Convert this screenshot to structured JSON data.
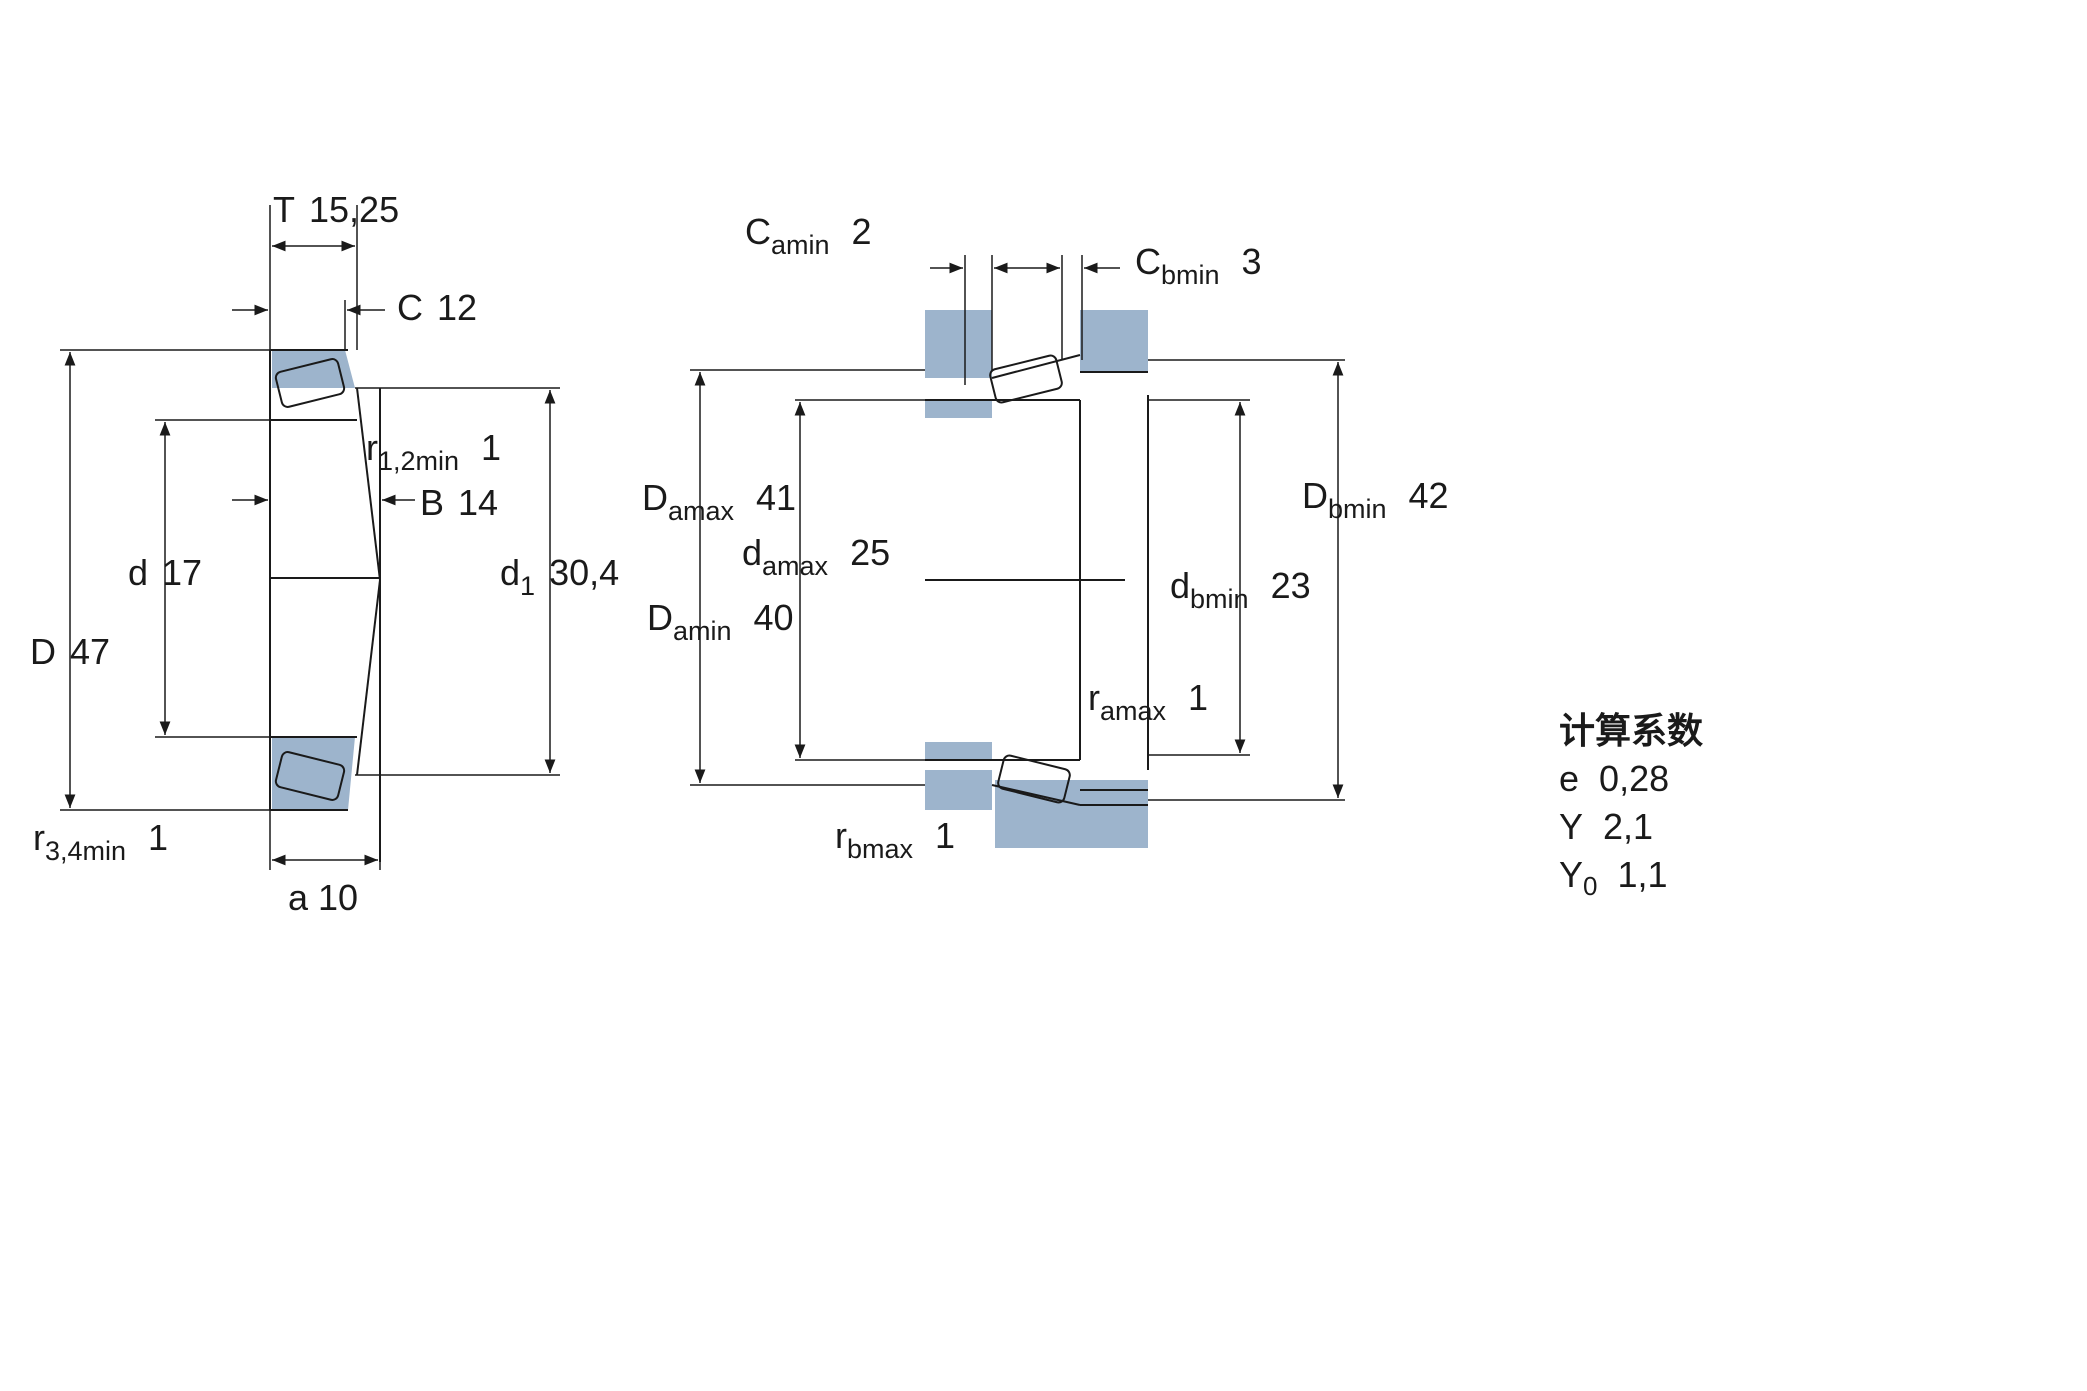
{
  "left_view": {
    "T": {
      "label": "T",
      "value": "15,25"
    },
    "C": {
      "label": "C",
      "value": "12"
    },
    "r12": {
      "label": "r",
      "sub": "1,2min",
      "value": "1"
    },
    "B": {
      "label": "B",
      "value": "14"
    },
    "d": {
      "label": "d",
      "value": "17"
    },
    "d1": {
      "label": "d",
      "sub": "1",
      "value": "30,4"
    },
    "D": {
      "label": "D",
      "value": "47"
    },
    "r34": {
      "label": "r",
      "sub": "3,4min",
      "value": "1"
    },
    "a": {
      "label": "a",
      "value": "10"
    }
  },
  "right_view": {
    "Camin": {
      "label": "C",
      "sub": "amin",
      "value": "2"
    },
    "Cbmin": {
      "label": "C",
      "sub": "bmin",
      "value": "3"
    },
    "Damax": {
      "label": "D",
      "sub": "amax",
      "value": "41"
    },
    "damax": {
      "label": "d",
      "sub": "amax",
      "value": "25"
    },
    "Damin": {
      "label": "D",
      "sub": "amin",
      "value": "40"
    },
    "Dbmin": {
      "label": "D",
      "sub": "bmin",
      "value": "42"
    },
    "dbmin": {
      "label": "d",
      "sub": "bmin",
      "value": "23"
    },
    "ramax": {
      "label": "r",
      "sub": "amax",
      "value": "1"
    },
    "rbmax": {
      "label": "r",
      "sub": "bmax",
      "value": "1"
    }
  },
  "calc_factors": {
    "title": "计算系数",
    "e": {
      "label": "e",
      "value": "0,28"
    },
    "Y": {
      "label": "Y",
      "value": "2,1"
    },
    "Y0": {
      "label": "Y",
      "sub": "0",
      "value": "1,1"
    }
  },
  "colors": {
    "hatch": "#9db4cc",
    "line": "#1a1a1a"
  }
}
